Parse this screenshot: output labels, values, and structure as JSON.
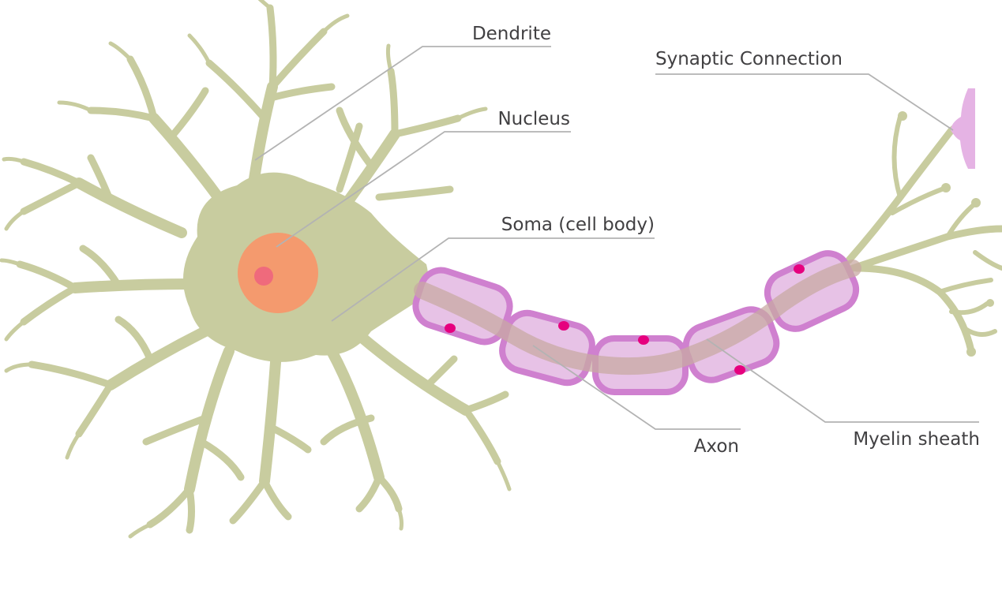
{
  "labels": {
    "dendrite": "Dendrite",
    "nucleus": "Nucleus",
    "soma": "Soma (cell body)",
    "synaptic": "Synaptic Connection",
    "axon": "Axon",
    "myelin": "Myelin sheath"
  },
  "colors": {
    "cell": "#c8cc9f",
    "nucleus": "#f49a6e",
    "nucleolus": "#ef6a7c",
    "myelin_fill": "#e7c2e6",
    "myelin_stroke": "#cf80cf",
    "axon_core": "#c8aaa3",
    "node_dot": "#e6007e",
    "synapse": "#e5b3e4",
    "leader": "#b3b3b3",
    "text": "#414042"
  }
}
